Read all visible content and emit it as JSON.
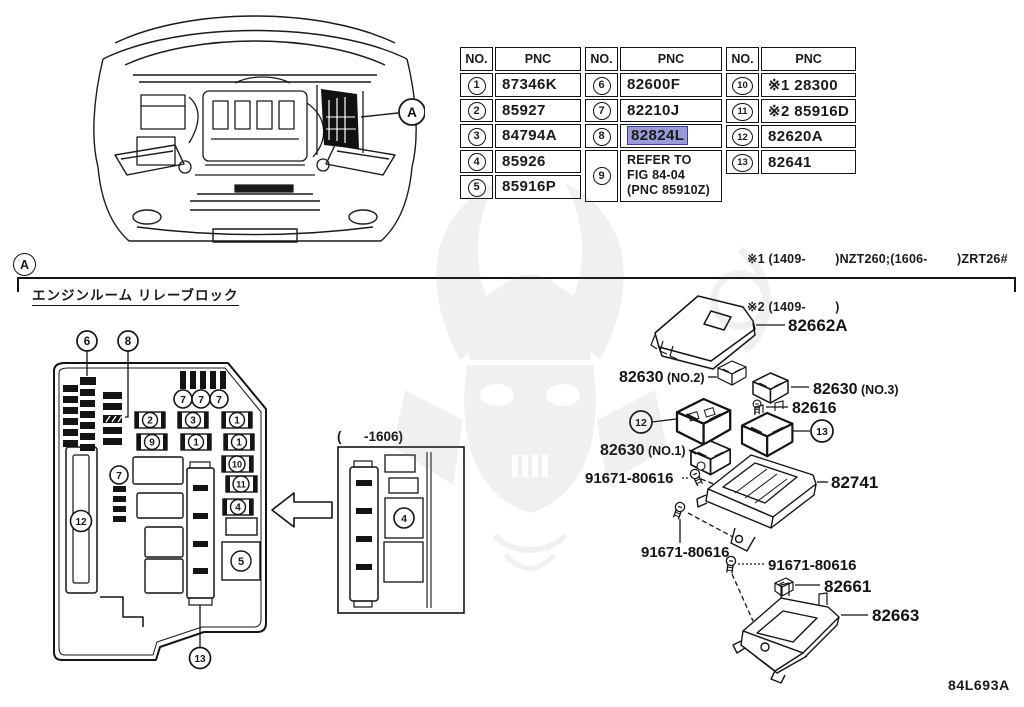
{
  "colors": {
    "ink": "#1a1a1a",
    "highlight_bg": "#9a9ad8",
    "highlight_border": "#3d3d9e",
    "watermark_gray": "#8a8a8a"
  },
  "pnc_table": {
    "no_header": "NO.",
    "pnc_header": "PNC",
    "g1": [
      {
        "no": "1",
        "pnc": "87346K"
      },
      {
        "no": "2",
        "pnc": "85927"
      },
      {
        "no": "3",
        "pnc": "84794A"
      },
      {
        "no": "4",
        "pnc": "85926"
      },
      {
        "no": "5",
        "pnc": "85916P"
      }
    ],
    "g2": [
      {
        "no": "6",
        "pnc": "82600F"
      },
      {
        "no": "7",
        "pnc": "82210J"
      },
      {
        "no": "8",
        "pnc": "82824L"
      }
    ],
    "g2_ref": {
      "no": "9",
      "l1": "REFER TO",
      "l2": "FIG 84-04",
      "l3": "(PNC 85910Z)"
    },
    "g3": [
      {
        "no": "10",
        "pnc": "※1 28300"
      },
      {
        "no": "11",
        "pnc": "※2 85916D"
      },
      {
        "no": "12",
        "pnc": "82620A"
      },
      {
        "no": "13",
        "pnc": "82641"
      }
    ]
  },
  "notes": {
    "line1": "※1 (1409-        )NZT260;(1606-        )ZRT26#",
    "line2": "※2 (1409-        )"
  },
  "section": {
    "marker": "A",
    "title": "エンジンルーム リレーブロック"
  },
  "inset": {
    "caption": "(      -1606)"
  },
  "callouts": {
    "a": "A",
    "n1": "1",
    "n2": "2",
    "n3": "3",
    "n4": "4",
    "n5": "5",
    "n6": "6",
    "n7": "7",
    "n8": "8",
    "n9": "9",
    "n10": "10",
    "n11": "11",
    "n12": "12",
    "n13": "13"
  },
  "parts": {
    "cover": "82662A",
    "relay": "82630",
    "relay_no1": "(NO.1)",
    "relay_no2": "(NO.2)",
    "relay_no3": "(NO.3)",
    "grommet": "82616",
    "screw": "91671-80616",
    "block": "82741",
    "spacer": "82661",
    "lower_cover": "82663"
  },
  "footer": {
    "code": "84L693A"
  }
}
